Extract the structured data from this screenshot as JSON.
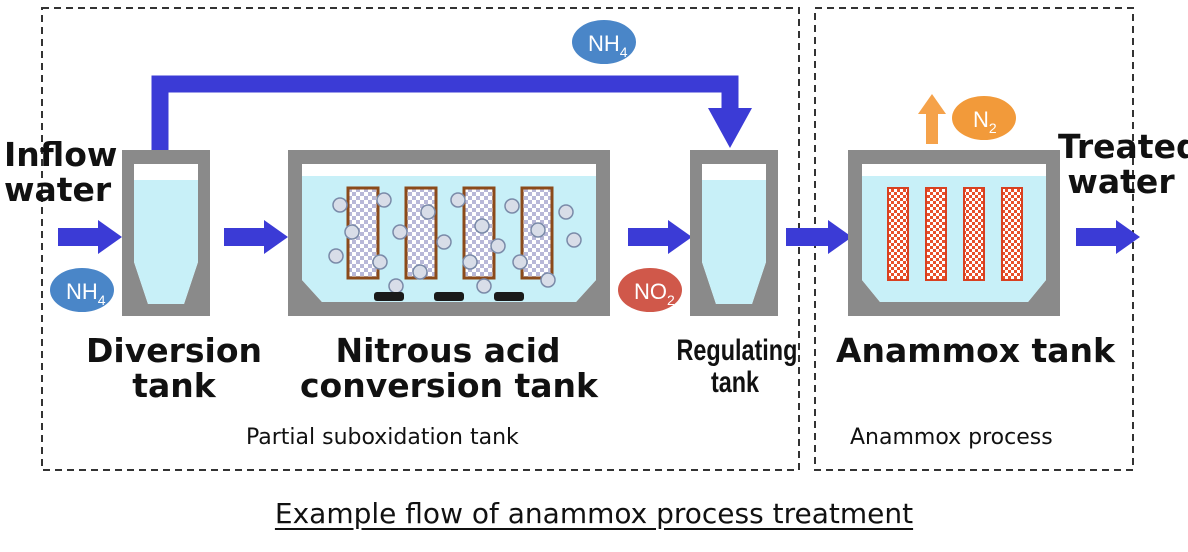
{
  "labels": {
    "inflow_line1": "Inflow",
    "inflow_line2": "water",
    "treated_line1": "Treated",
    "treated_line2": "water",
    "diversion_line1": "Diversion",
    "diversion_line2": "tank",
    "nitrous_line1": "Nitrous acid",
    "nitrous_line2": "conversion tank",
    "regulating_line1": "Regulating",
    "regulating_line2": "tank",
    "anammox_tank": "Anammox tank",
    "partial_section": "Partial suboxidation tank",
    "anammox_section": "Anammox process",
    "caption": "Example flow of anammox process treatment"
  },
  "badges": {
    "nh4_top": {
      "base": "NH",
      "sub": "4"
    },
    "nh4_inflow": {
      "base": "NH",
      "sub": "4"
    },
    "no2": {
      "base": "NO",
      "sub": "2"
    },
    "n2": {
      "base": "N",
      "sub": "2"
    }
  },
  "colors": {
    "arrow": "#3b3bd6",
    "tank_frame": "#8a8a8a",
    "water": "#c8f0f8",
    "nh4_badge": "#4a86c8",
    "no2_badge": "#d0584a",
    "n2_badge": "#f29a3a",
    "n2_arrow": "#f5a24a",
    "anammox_media": "#e8502a"
  }
}
